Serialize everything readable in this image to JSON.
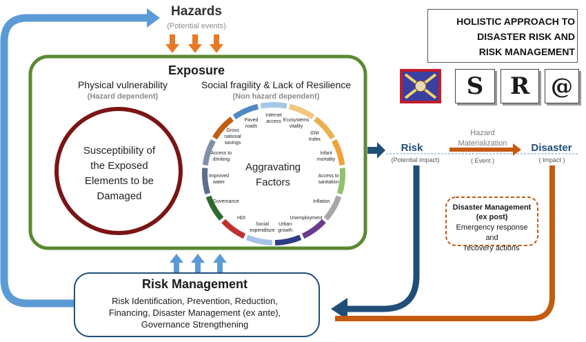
{
  "hazards": {
    "title": "Hazards",
    "subtitle": "(Potential events)"
  },
  "exposure": {
    "title": "Exposure",
    "physical": {
      "title": "Physical vulnerability",
      "subtitle": "(Hazard dependent)",
      "circle_text": [
        "Susceptibility of",
        "the Exposed",
        "Elements to be",
        "Damaged"
      ]
    },
    "social": {
      "title": "Social fragility & Lack of Resilience",
      "subtitle": "(Non hazard dependent)",
      "center_text": [
        "Aggravating",
        "Factors"
      ],
      "factors": [
        {
          "lines": [
            "Ecosystems",
            "vitality"
          ],
          "color": "#f3c682"
        },
        {
          "lines": [
            "GNI",
            "Index"
          ],
          "color": "#eab24f"
        },
        {
          "lines": [
            "Infant",
            "mortality"
          ],
          "color": "#f0a23c"
        },
        {
          "lines": [
            "Access to",
            "sanitation"
          ],
          "color": "#93c06b"
        },
        {
          "lines": [
            "Inflation"
          ],
          "color": "#a8a8a8"
        },
        {
          "lines": [
            "Unemployment"
          ],
          "color": "#6d3b8e"
        },
        {
          "lines": [
            "Urban",
            "growth"
          ],
          "color": "#2e3c86"
        },
        {
          "lines": [
            "Social",
            "expenditure"
          ],
          "color": "#a7c3e6"
        },
        {
          "lines": [
            "HDI"
          ],
          "color": "#c1302e"
        },
        {
          "lines": [
            "Governance"
          ],
          "color": "#2f6b2d"
        },
        {
          "lines": [
            "Improved",
            "water"
          ],
          "color": "#5b6f8e"
        },
        {
          "lines": [
            "Access to",
            "drinking"
          ],
          "color": "#8190a8"
        },
        {
          "lines": [
            "Gross",
            "national",
            "savings"
          ],
          "color": "#c25d13"
        },
        {
          "lines": [
            "Paved",
            "roads"
          ],
          "color": "#4f89c4"
        },
        {
          "lines": [
            "Internet",
            "access"
          ],
          "color": "#a6c8e8"
        }
      ]
    }
  },
  "title_box": [
    "HOLISTIC APPROACH TO",
    "DISASTER RISK AND",
    "RISK MANAGEMENT"
  ],
  "risk": {
    "title": "Risk",
    "subtitle": "(Potential impact)"
  },
  "hazard_materialization": {
    "title": [
      "Hazard",
      "Materialization"
    ],
    "event": "( Event )"
  },
  "disaster": {
    "title": "Disaster",
    "subtitle": "( Impact )"
  },
  "disaster_management": {
    "title": [
      "Disaster Management",
      "(ex post)"
    ],
    "text": [
      "Emergency response and",
      "recovery actions"
    ]
  },
  "risk_management": {
    "title": "Risk Management",
    "text": [
      "Risk Identification, Prevention, Reduction,",
      "Financing, Disaster Management (ex ante),",
      "Governance Strengthening"
    ]
  },
  "logos": [
    "S",
    "R",
    "@"
  ],
  "colors": {
    "green": "#5a8a32",
    "blue_arrow": "#5b9bd5",
    "orange": "#e87a25",
    "dark_blue": "#1f4e79",
    "brown": "#c55a11",
    "dark_red": "#7b1414"
  }
}
